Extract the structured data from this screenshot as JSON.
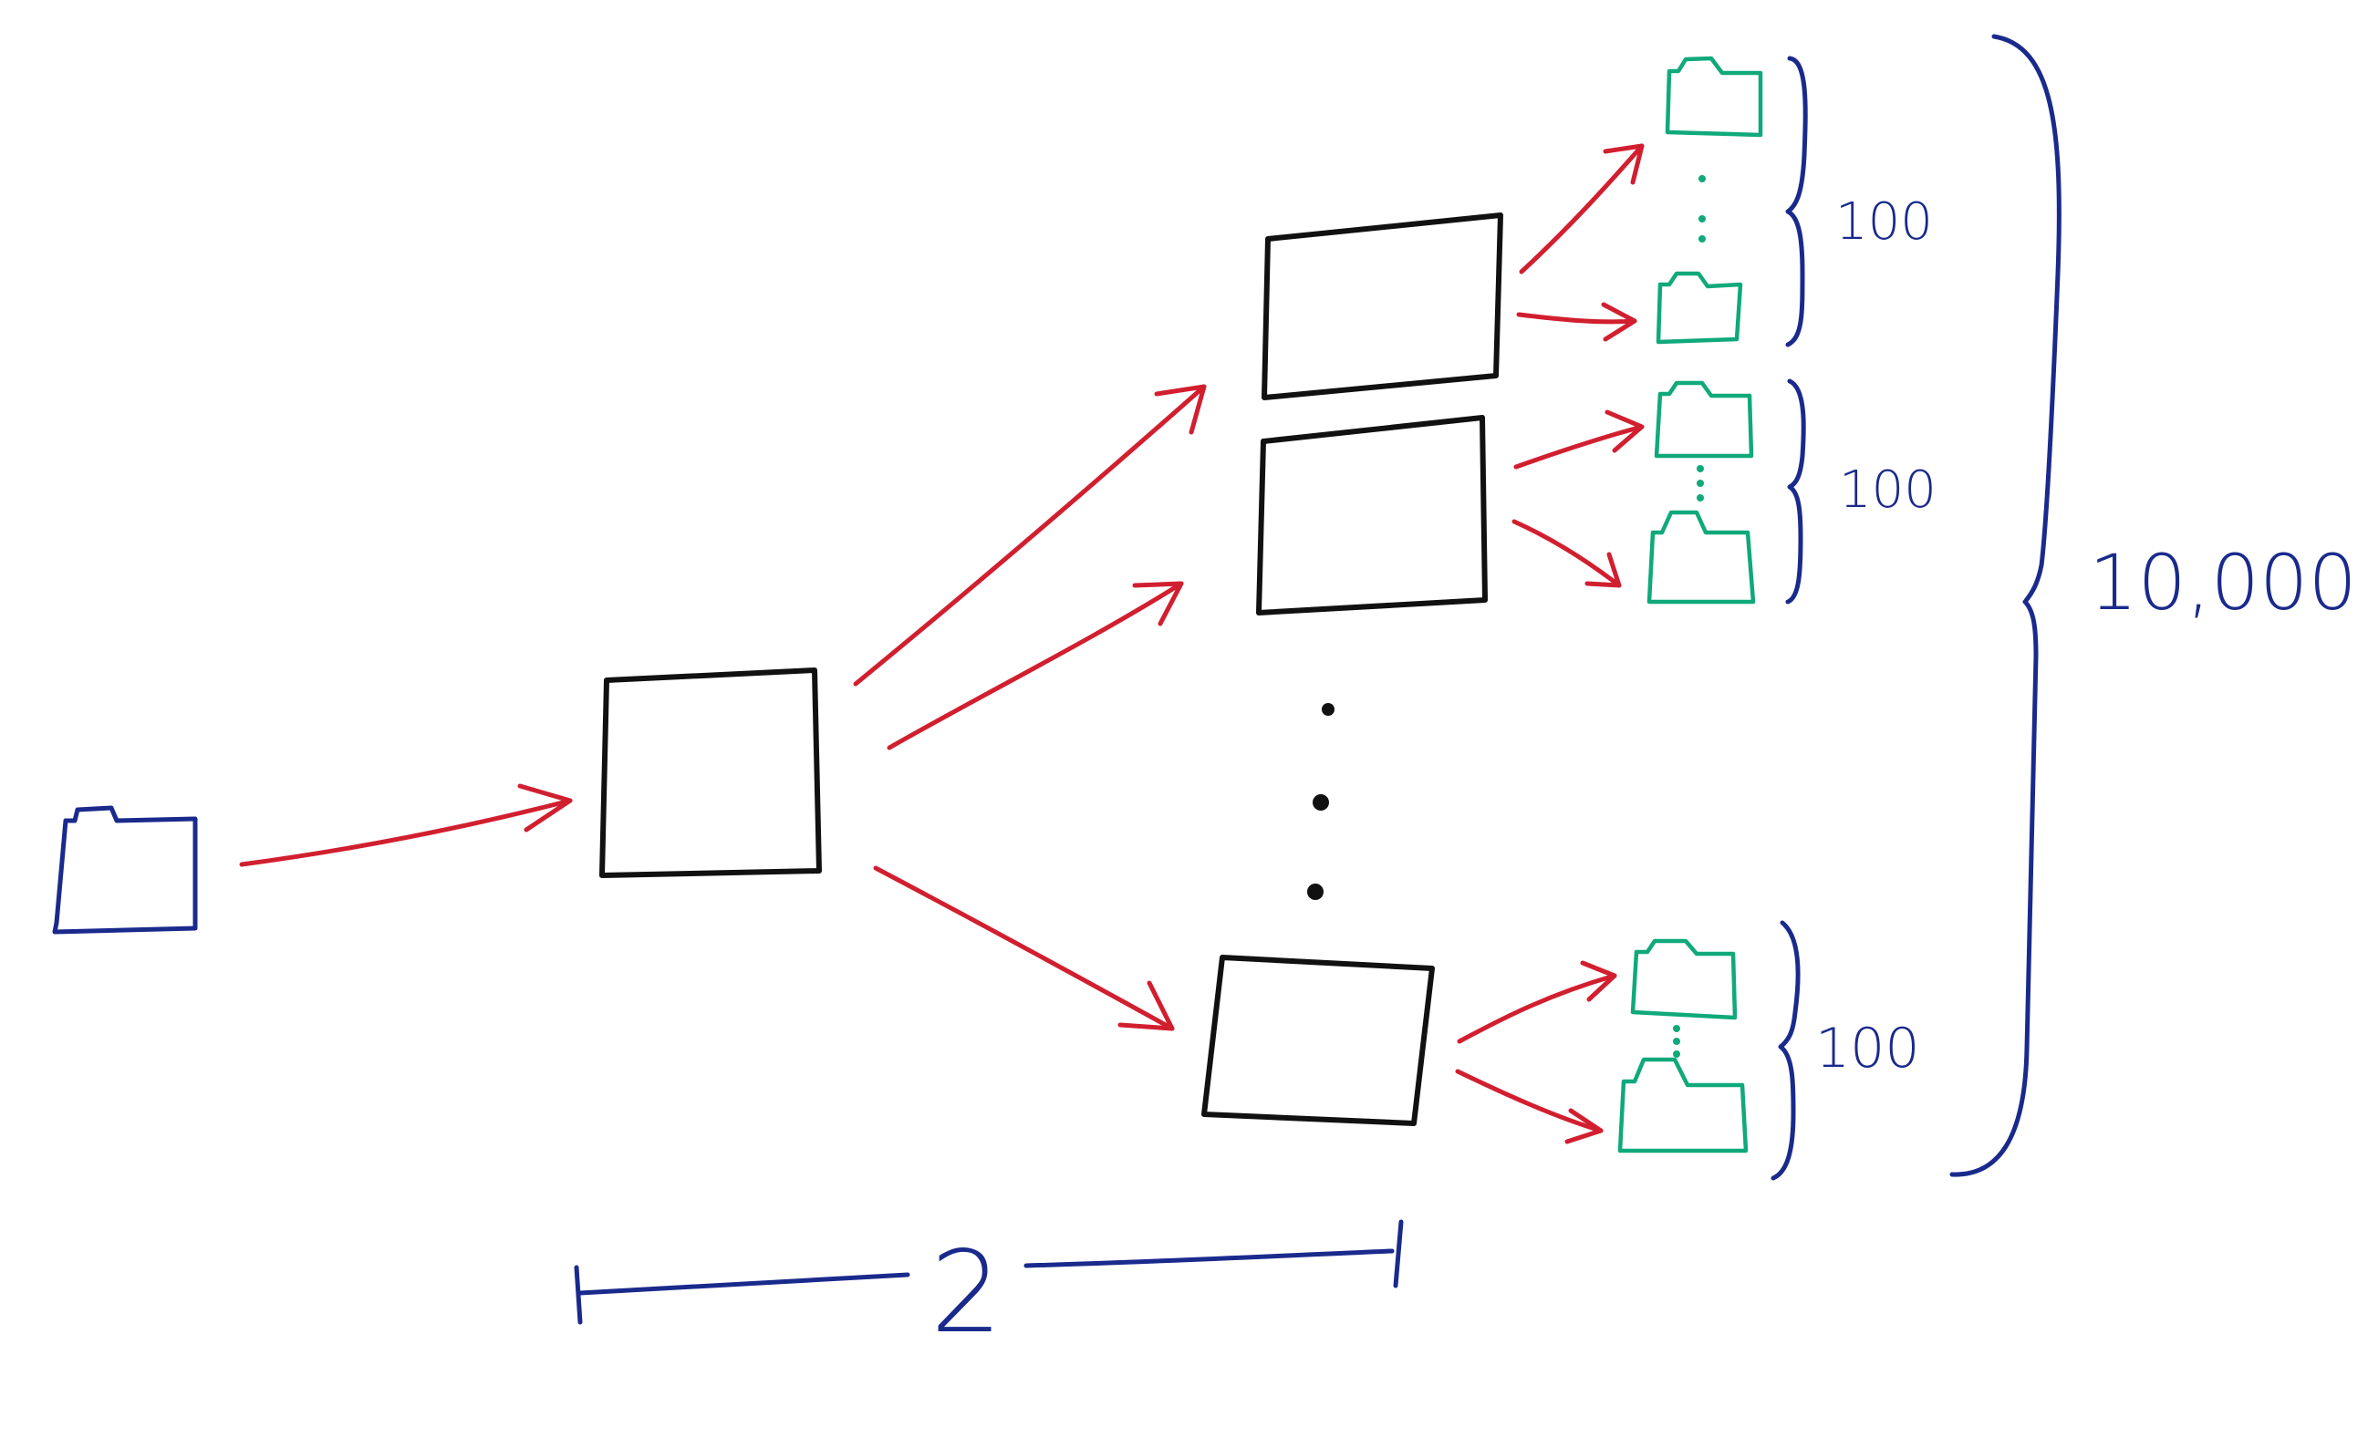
{
  "labels": {
    "group_count_1": "100",
    "group_count_2": "100",
    "group_count_3": "100",
    "total_count": "10,000",
    "depth": "2"
  },
  "colors": {
    "box": "#111111",
    "arrow": "#d11f2f",
    "brace_and_root": "#1a2a8c",
    "leaf_folder": "#10a97b"
  }
}
